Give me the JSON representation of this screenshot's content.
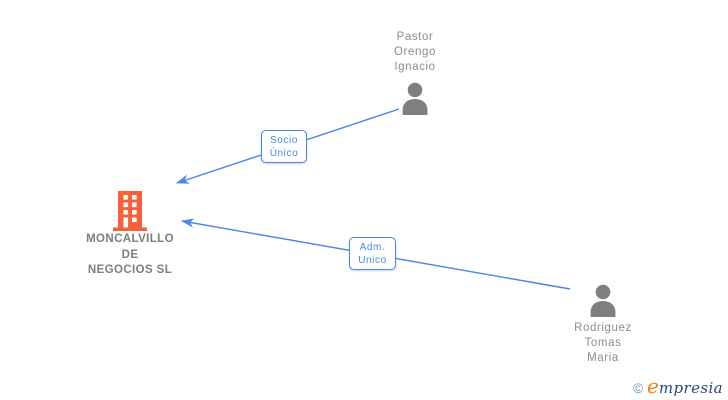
{
  "chart": {
    "company": {
      "name": "MONCALVILLO DE NEGOCIOS SL",
      "lines": [
        "MONCALVILLO",
        "DE",
        "NEGOCIOS SL"
      ]
    },
    "persons": {
      "top": {
        "name": "Pastor Orengo Ignacio",
        "lines": [
          "Pastor",
          "Orengo",
          "Ignacio"
        ]
      },
      "bottom": {
        "name": "Rodriguez Tomas Maria",
        "lines": [
          "Rodriguez",
          "Tomas",
          "Maria"
        ]
      }
    },
    "relations": {
      "socio": {
        "label": "Socio Único",
        "lines": [
          "Socio",
          "Único"
        ]
      },
      "adm": {
        "label": "Adm. Unico",
        "lines": [
          "Adm.",
          "Unico"
        ]
      }
    },
    "colors": {
      "link_blue": "#4a86e8",
      "building_orange": "#f8603c",
      "person_gray": "#7f7f7f",
      "name_text_gray": "#8c8c8c",
      "company_text_gray": "#7e7e7e"
    }
  },
  "footer": {
    "copyright_symbol": "©",
    "brand_initial": "e",
    "brand_rest": "mpresia"
  }
}
